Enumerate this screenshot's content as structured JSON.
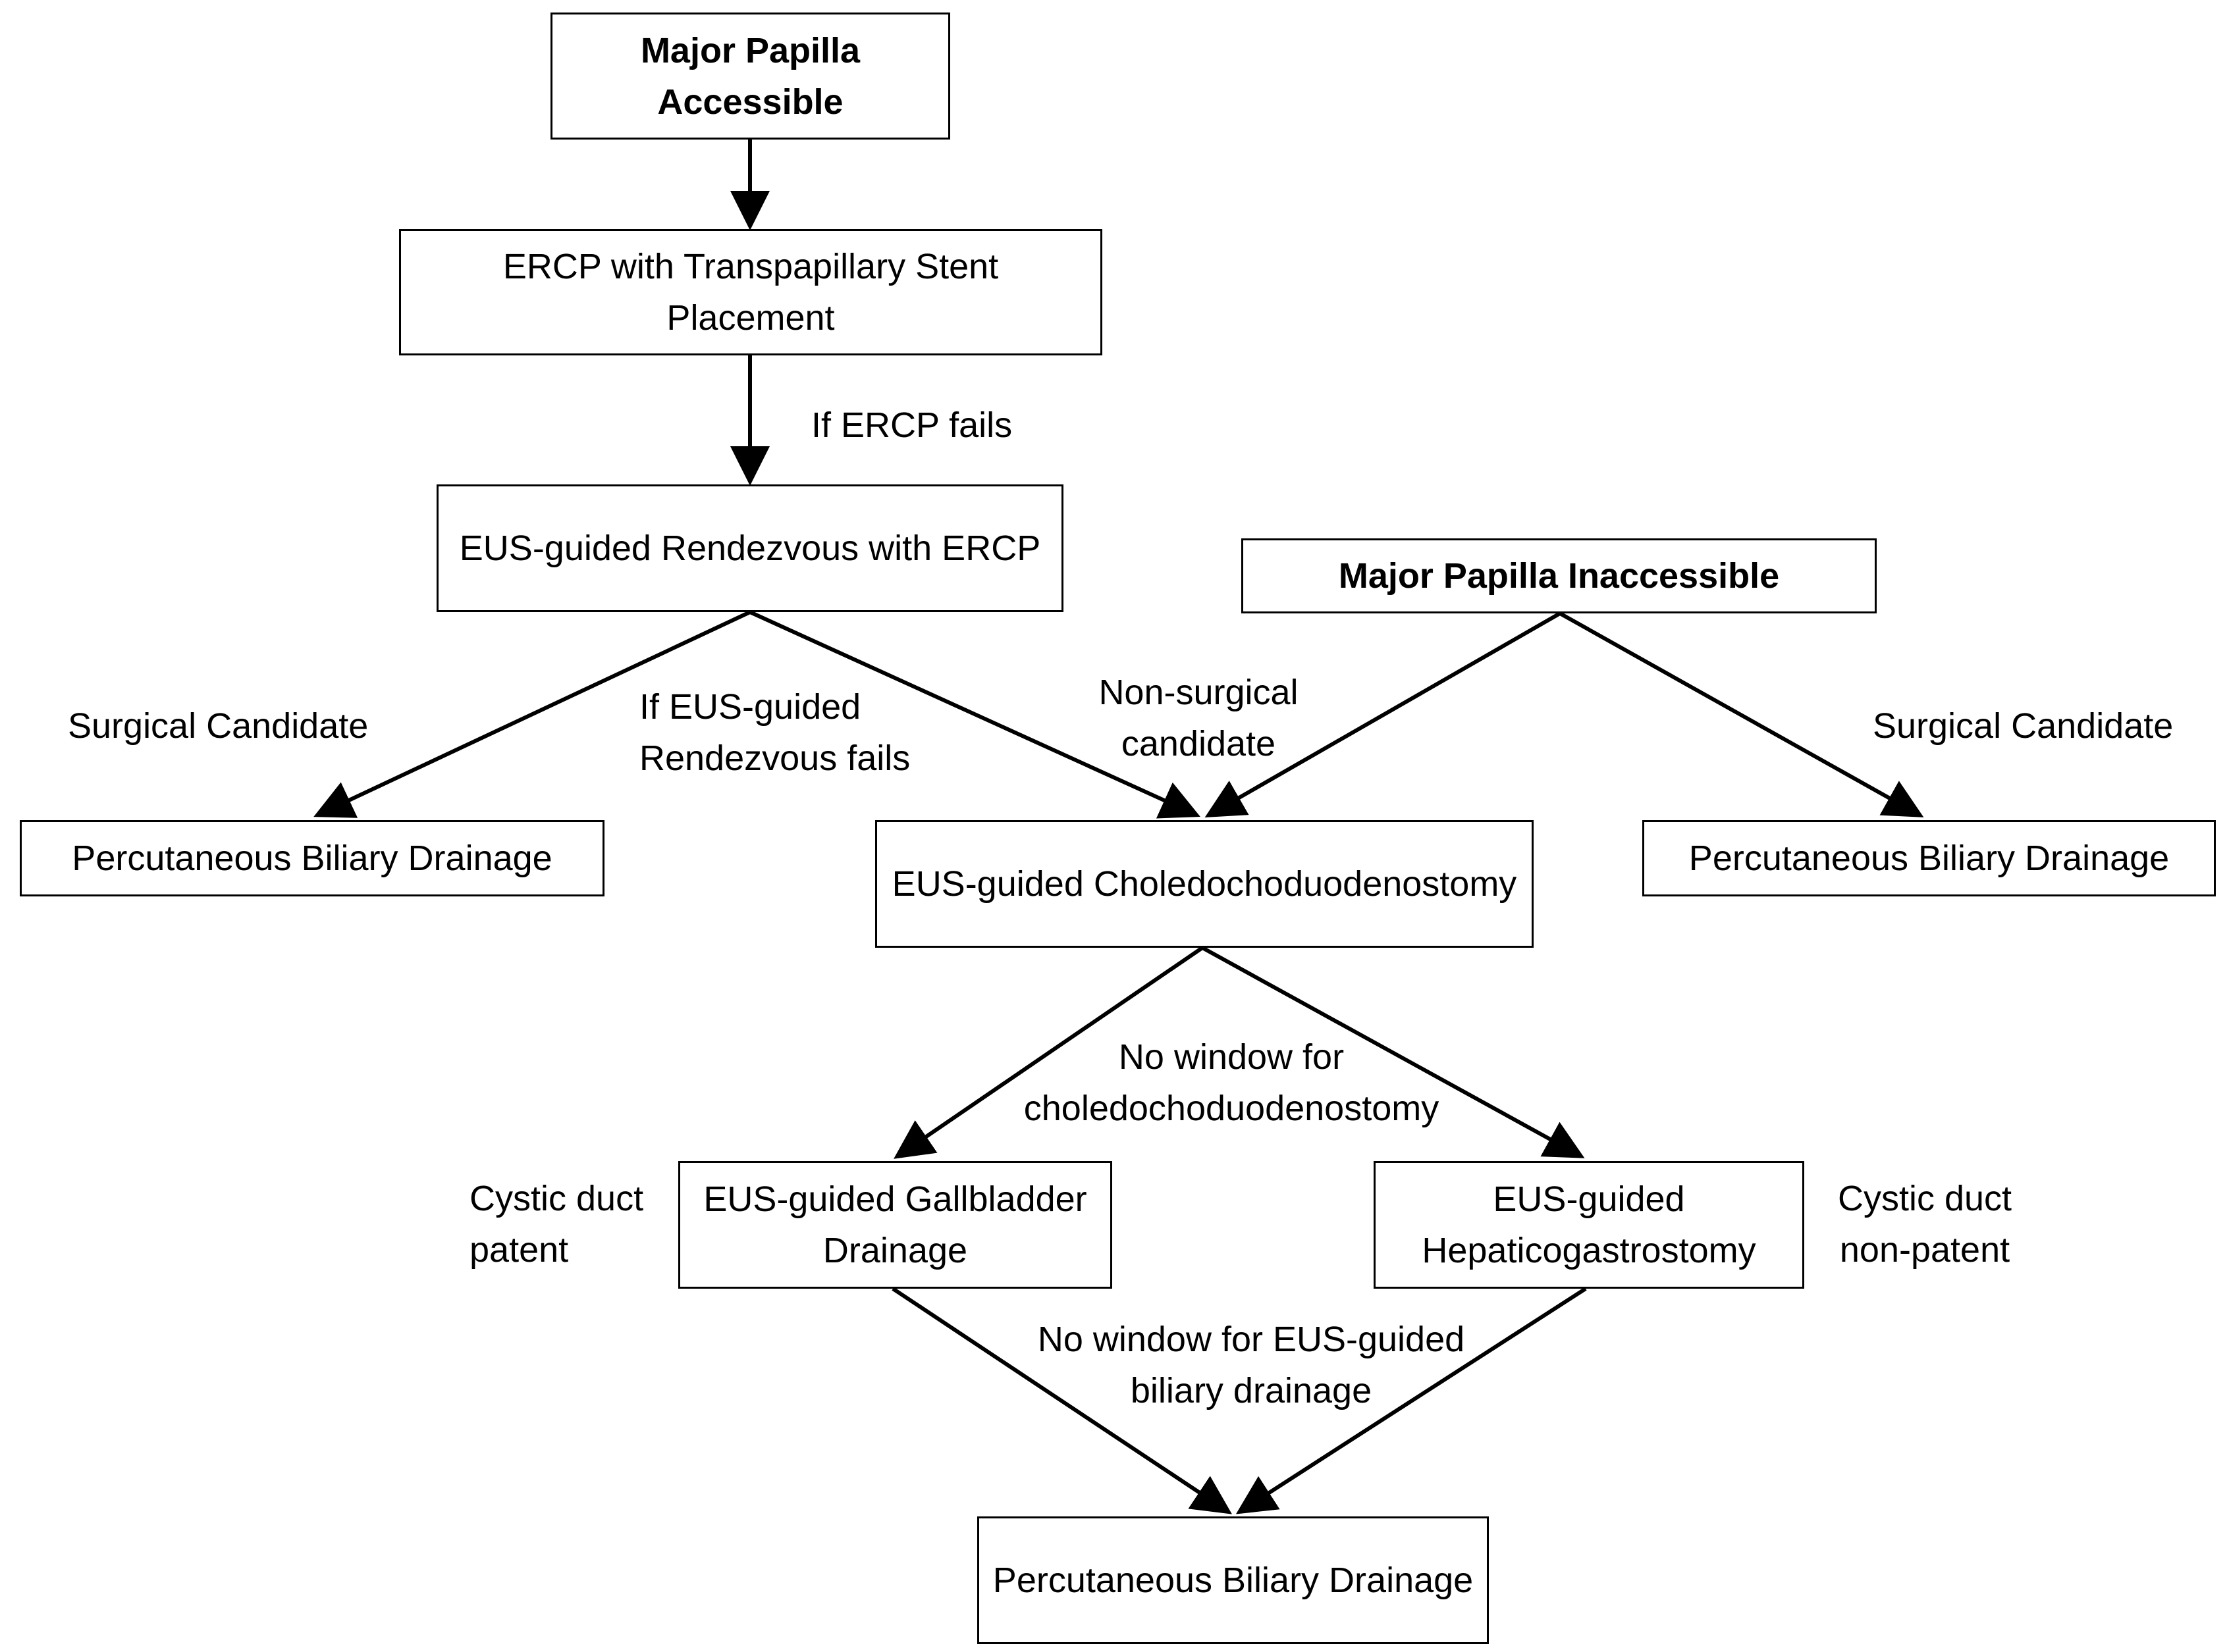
{
  "nodes": {
    "accessible": "Major Papilla Accessible",
    "ercp": "ERCP with Transpapillary Stent Placement",
    "rendezvous": "EUS-guided Rendezvous with ERCP",
    "inaccessible": "Major Papilla Inaccessible",
    "ptbd_left": "Percutaneous Biliary Drainage",
    "cdd": "EUS-guided Choledochoduodenostomy",
    "ptbd_right": "Percutaneous Biliary Drainage",
    "gbd": "EUS-guided Gallbladder Drainage",
    "hgs": "EUS-guided Hepaticogastrostomy",
    "ptbd_bottom": "Percutaneous Biliary Drainage"
  },
  "edge_labels": {
    "ercp_fails": "If ERCP fails",
    "surgical_left": "Surgical Candidate",
    "rendezvous_fails": "If EUS-guided Rendezvous fails",
    "non_surgical": "Non-surgical candidate",
    "surgical_right": "Surgical Candidate",
    "no_window_cdd": "No window for choledochoduodenostomy",
    "cystic_patent": "Cystic duct patent",
    "cystic_non_patent": "Cystic duct non-patent",
    "no_window_eus": "No window for EUS-guided biliary drainage"
  },
  "colors": {
    "line": "#000000",
    "box_border": "#000000",
    "background": "#ffffff"
  }
}
